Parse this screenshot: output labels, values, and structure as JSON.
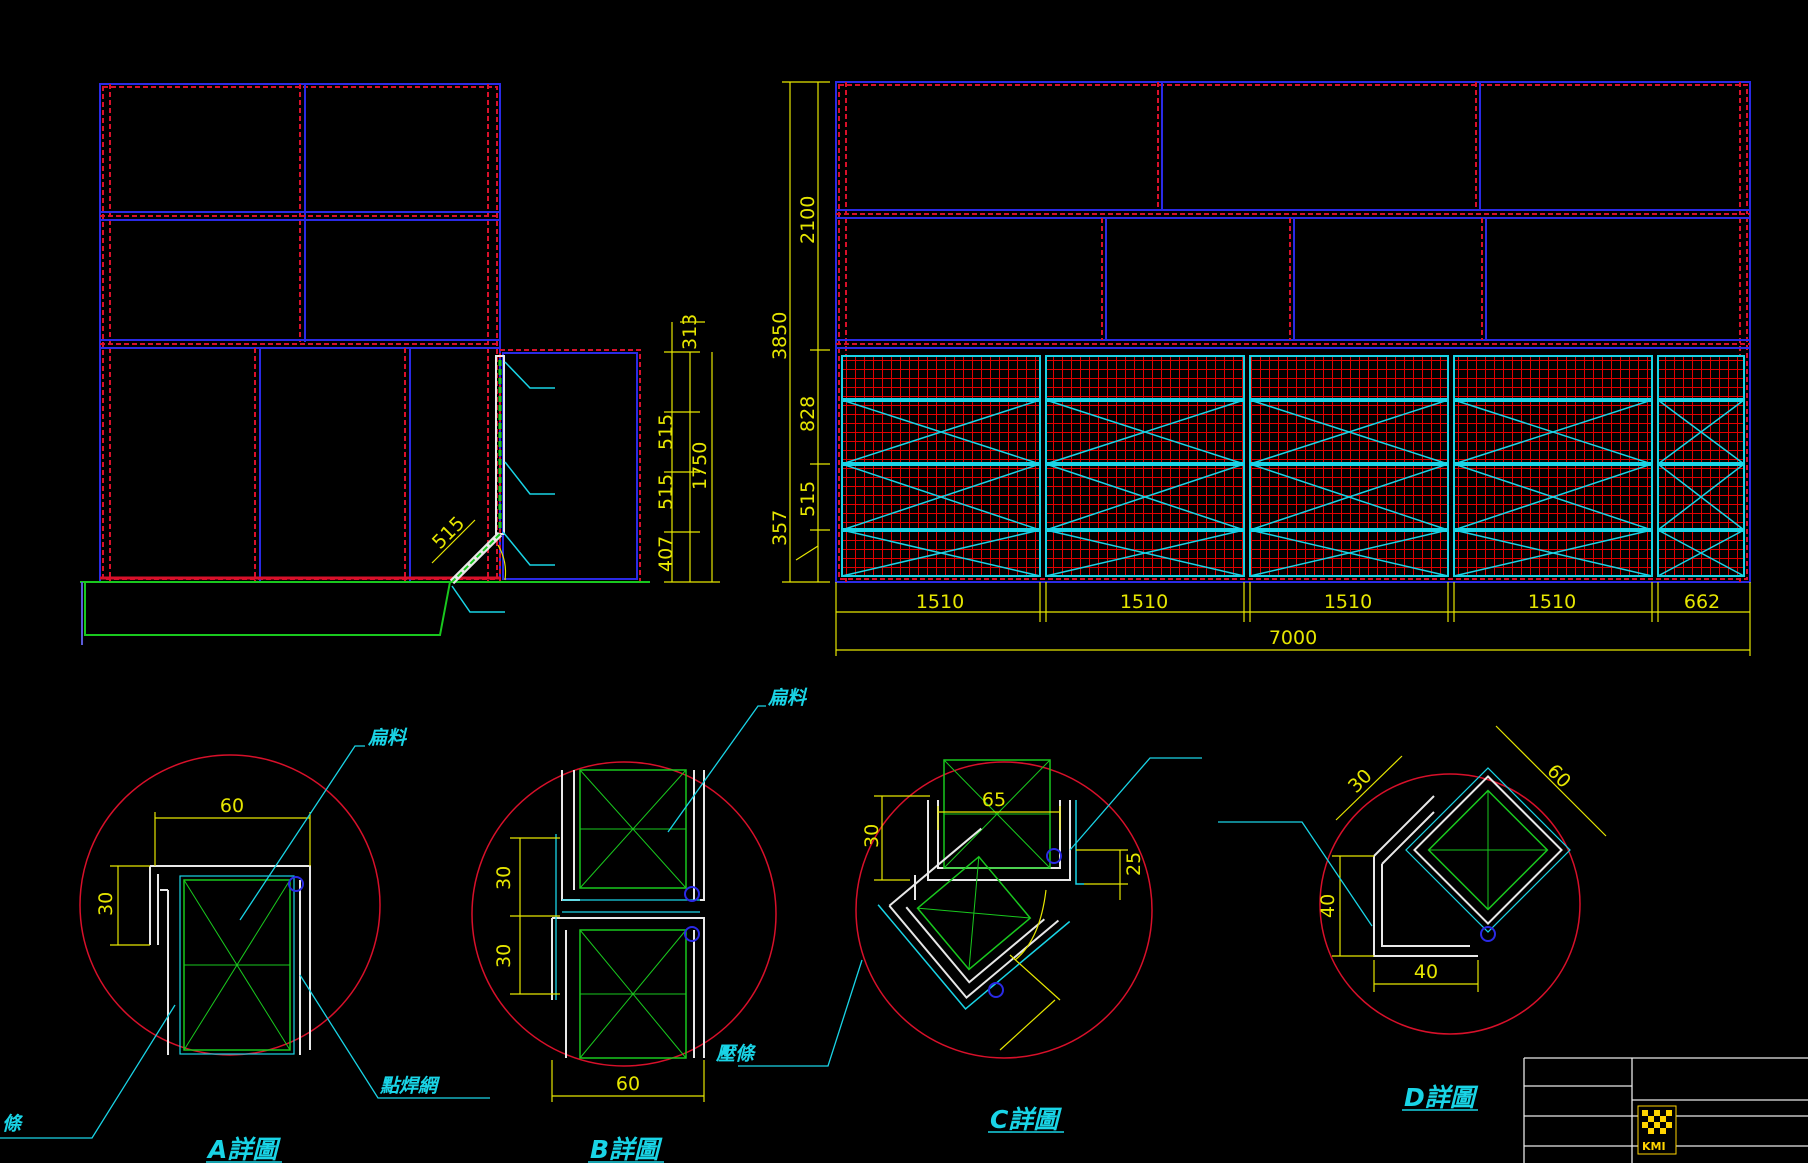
{
  "colors": {
    "background": "#000000",
    "frame_red": "#d8102a",
    "frame_blue": "#2a2ae6",
    "dimension_yellow": "#e6e600",
    "cyan": "#19d4e6",
    "green": "#19c81e",
    "white": "#e8e8e8",
    "mesh_red": "#e00000"
  },
  "side_view": {
    "dims": {
      "d313": "313",
      "d515a": "515",
      "d515b": "515",
      "d407": "407",
      "d1750": "1750",
      "d515_slope": "515"
    }
  },
  "front_view": {
    "vertical_dims": {
      "d3850": "3850",
      "d2100": "2100",
      "d828": "828",
      "d515": "515",
      "d357": "357"
    },
    "bay_widths": [
      "1510",
      "1510",
      "1510",
      "1510",
      "662"
    ],
    "total_width": "7000"
  },
  "details": {
    "a": {
      "title": "A詳圖",
      "dim_width": "60",
      "dim_height": "30",
      "label_top": "扁料",
      "label_right": "點焊網",
      "label_left": "條"
    },
    "b": {
      "title": "B詳圖",
      "dim_width": "60",
      "dim_height_top": "30",
      "dim_height_bottom": "30",
      "label_top": "扁料"
    },
    "c": {
      "title": "C詳圖",
      "dim_width": "65",
      "dim_left": "30",
      "dim_right": "25",
      "label_bottom": "壓條"
    },
    "d": {
      "title": "D詳圖",
      "dim_top": "30",
      "dim_diag": "60",
      "dim_left": "40",
      "dim_bottom": "40"
    }
  },
  "title_block": {
    "logo_text": "KMI"
  }
}
